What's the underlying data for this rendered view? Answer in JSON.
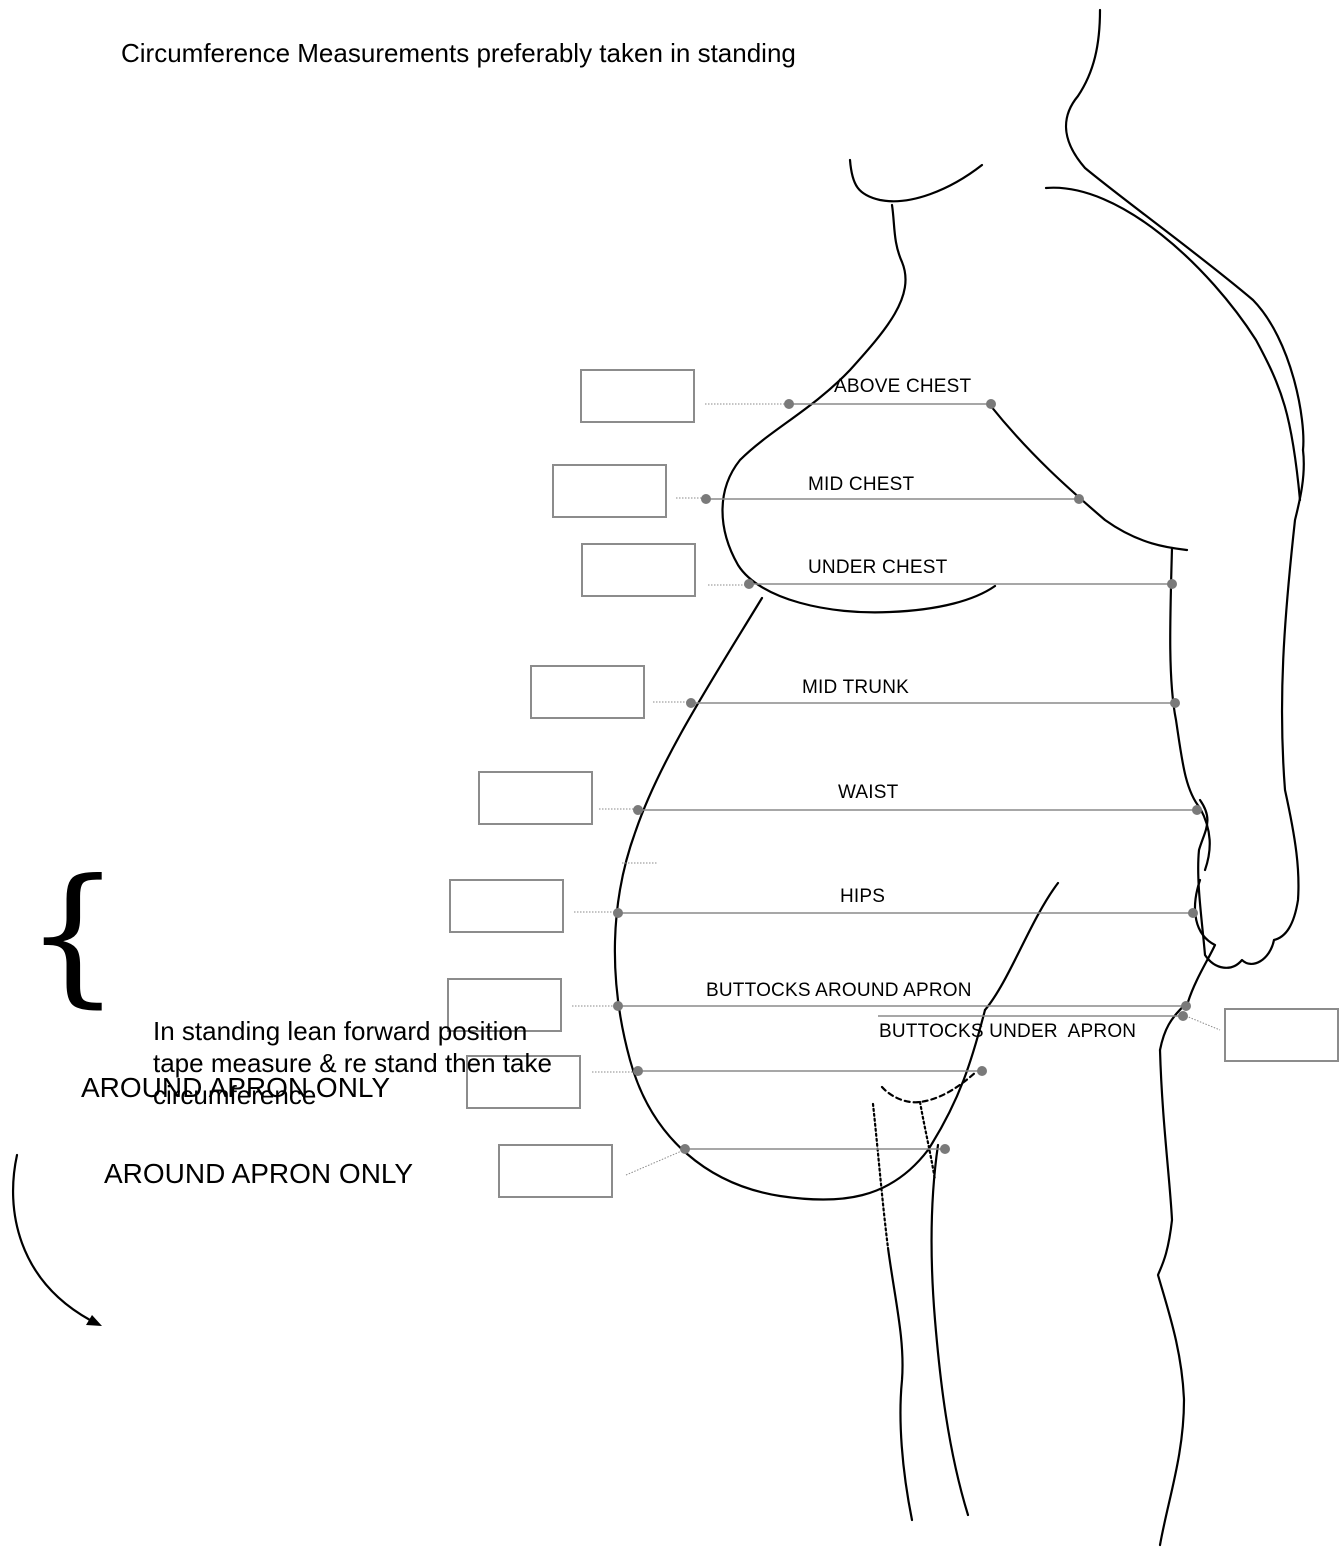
{
  "header": {
    "text": "Circumference Measurements preferably taken in standing"
  },
  "measurements": [
    {
      "label": "ABOVE CHEST",
      "value": ""
    },
    {
      "label": "MID CHEST",
      "value": ""
    },
    {
      "label": "UNDER CHEST",
      "value": ""
    },
    {
      "label": "MID TRUNK",
      "value": ""
    },
    {
      "label": "WAIST",
      "value": ""
    },
    {
      "label": "HIPS",
      "value": ""
    },
    {
      "label": "BUTTOCKS AROUND APRON",
      "value": ""
    },
    {
      "label": "BUTTOCKS UNDER  APRON",
      "value": ""
    }
  ],
  "apron": {
    "line1": "AROUND APRON ONLY",
    "line2": "AROUND APRON ONLY",
    "box1_value": "",
    "box2_value": ""
  },
  "note": {
    "lines": [
      "In standing lean forward position",
      "tape measure & re stand then take",
      "circumference"
    ]
  },
  "colors": {
    "line": "#000000",
    "tape": "#8a8a8a",
    "dot": "#7a7a7a",
    "box": "#8c8c8c"
  }
}
